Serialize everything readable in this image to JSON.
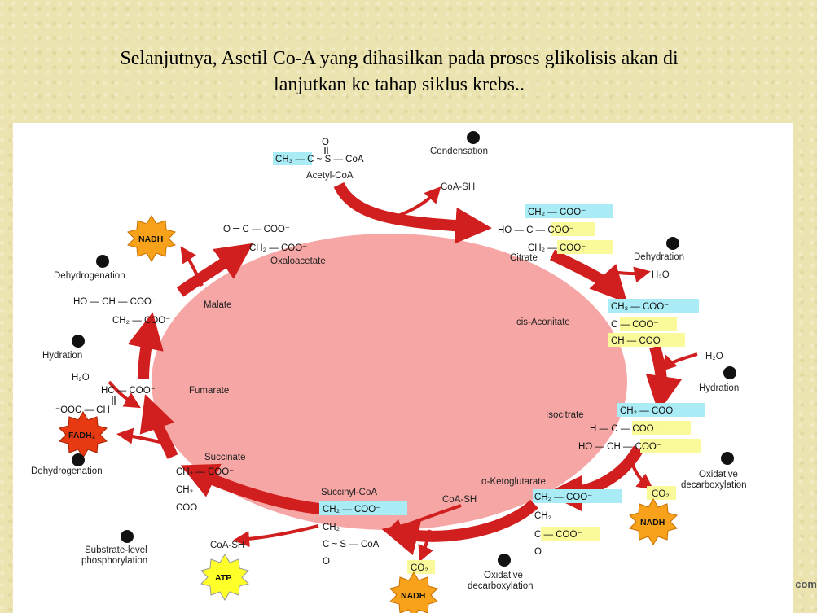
{
  "slide": {
    "title_line1": "Selanjutnya, Asetil Co-A yang dihasilkan pada proses glikolisis akan di",
    "title_line2": "lanjutkan ke tahap siklus krebs..",
    "footer_fragment": "com"
  },
  "colors": {
    "cycle_fill": "#f6a6a4",
    "arrow": "#d11e1e",
    "highlight_cyan": "#a9ecf6",
    "highlight_yellow": "#fafa9a",
    "nadh_badge": "#f7a21a",
    "fadh_badge": "#e83a12",
    "atp_badge": "#ffff2a"
  },
  "diagram": {
    "molecules": {
      "acetyl_coa": "Acetyl-CoA",
      "citrate": "Citrate",
      "cis_aconitate": "cis-Aconitate",
      "isocitrate": "Isocitrate",
      "alpha_ketoglutarate": "α-Ketoglutarate",
      "succinyl_coa": "Succinyl-CoA",
      "succinate": "Succinate",
      "fumarate": "Fumarate",
      "malate": "Malate",
      "oxaloacetate": "Oxaloacetate"
    },
    "steps": {
      "condensation": "Condensation",
      "dehydration": "Dehydration",
      "hydration_right": "Hydration",
      "oxidative_decarboxylation_right": "Oxidative decarboxylation",
      "oxidative_decarboxylation_bottom": "Oxidative decarboxylation",
      "substrate_level": "Substrate-level phosphorylation",
      "dehydrogenation_left": "Dehydrogenation",
      "hydration_left": "Hydration",
      "dehydrogenation_top": "Dehydrogenation"
    },
    "side_products": {
      "coa_sh_top": "CoA-SH",
      "h2o_out": "H₂O",
      "h2o_in_right": "H₂O",
      "co2_right": "CO₂",
      "coa_sh_in": "CoA-SH",
      "co2_bottom": "CO₂",
      "coa_sh_out": "CoA-SH",
      "h2o_in_left": "H₂O"
    },
    "badges": {
      "nadh_top": "NADH",
      "nadh_right": "NADH",
      "nadh_bottom": "NADH",
      "fadh2": "FADH₂",
      "atp": "ATP"
    }
  }
}
